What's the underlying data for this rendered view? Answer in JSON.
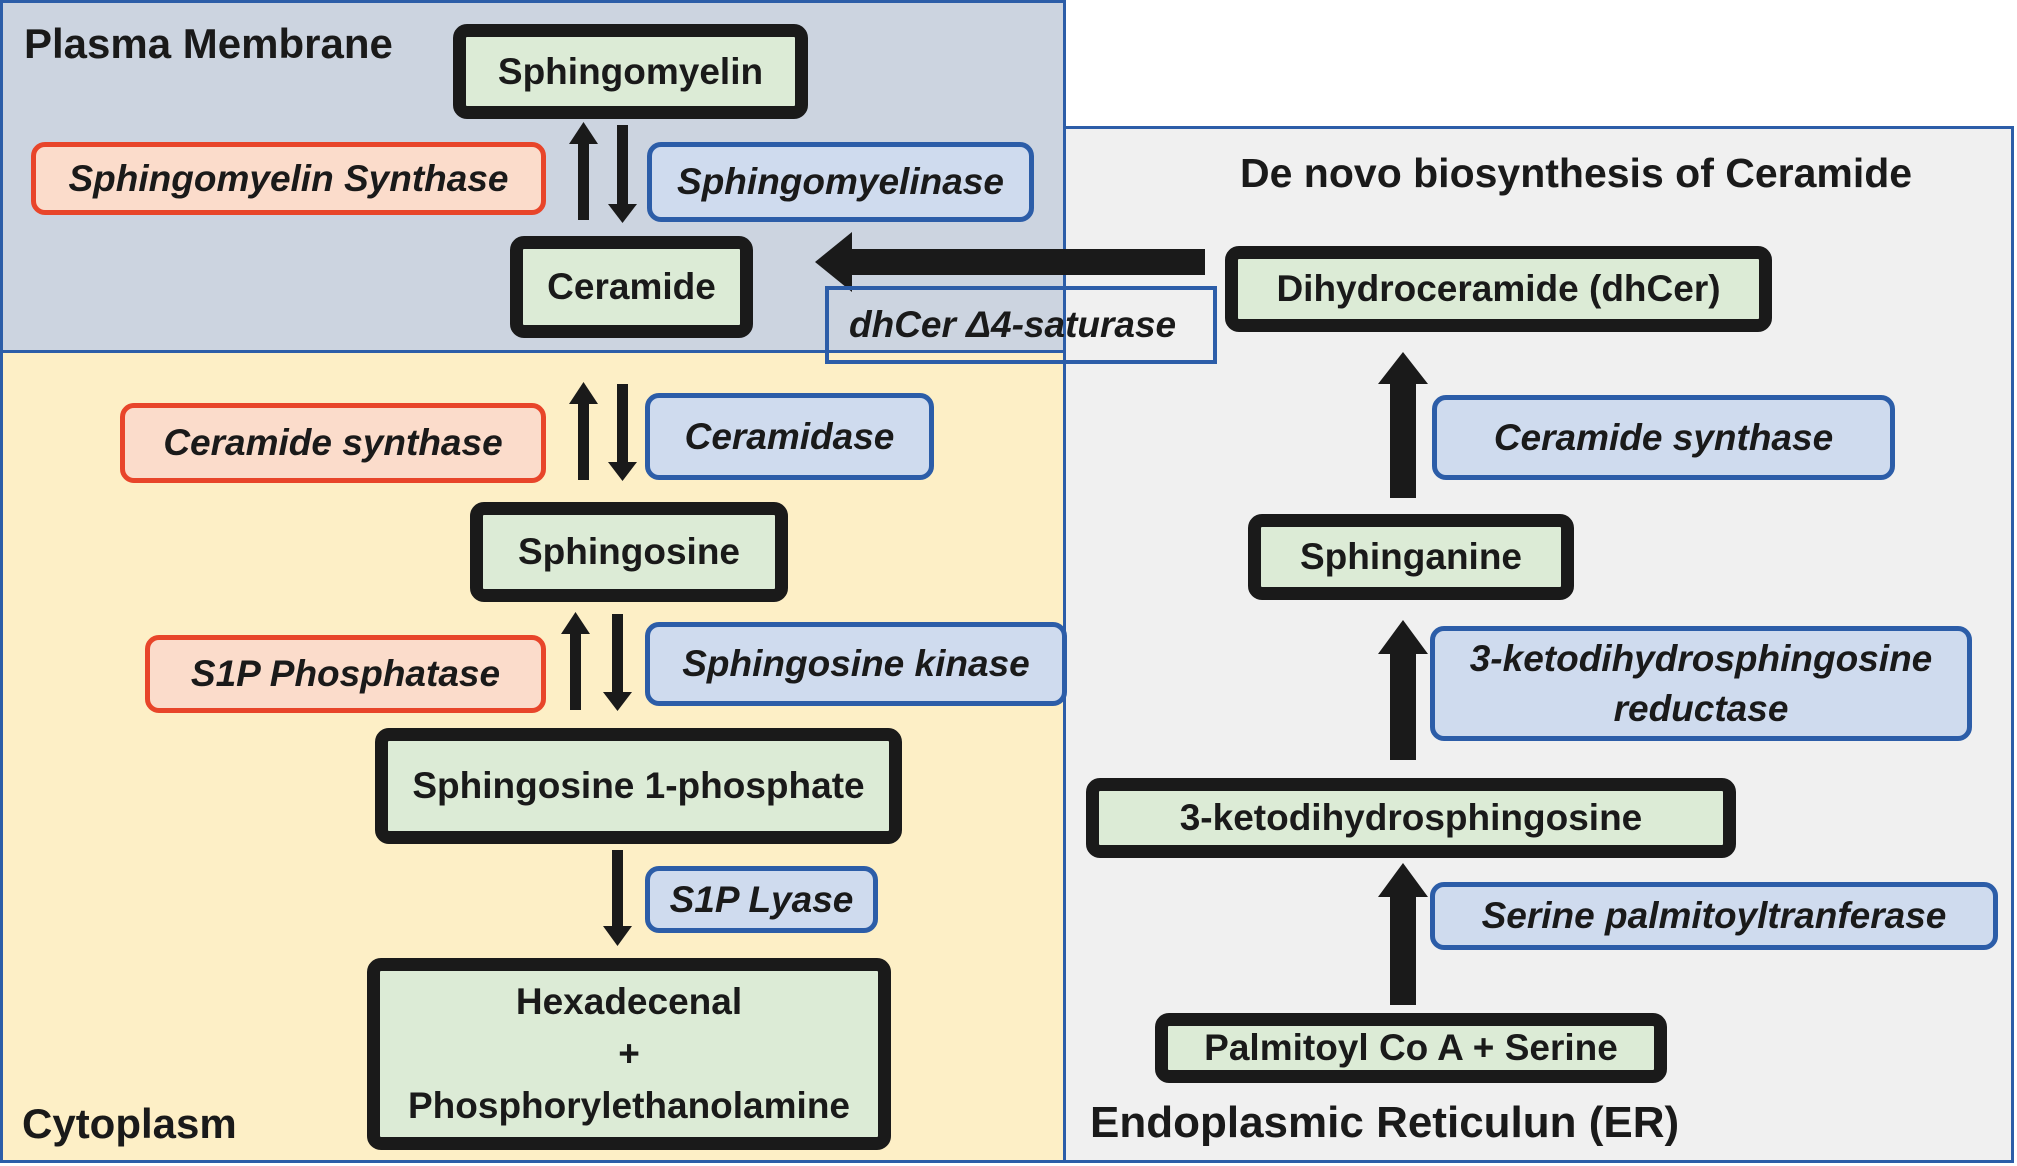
{
  "regions": {
    "plasma_membrane": "Plasma Membrane",
    "cytoplasm": "Cytoplasm",
    "er": "Endoplasmic Reticulun (ER)",
    "er_title": "De novo biosynthesis of Ceramide"
  },
  "metabolites": {
    "sphingomyelin": "Sphingomyelin",
    "ceramide": "Ceramide",
    "sphingosine": "Sphingosine",
    "s1p": "Sphingosine 1-phosphate",
    "products_line1": "Hexadecenal",
    "products_line2": "+",
    "products_line3": "Phosphorylethanolamine",
    "dhcer": "Dihydroceramide (dhCer)",
    "sphinganine": "Sphinganine",
    "ketodihydrosphingosine": "3-ketodihydrosphingosine",
    "palmitoyl_serine": "Palmitoyl Co A + Serine"
  },
  "enzymes": {
    "sphingomyelin_synthase": "Sphingomyelin Synthase",
    "sphingomyelinase": "Sphingomyelinase",
    "dhcer_desaturase": "dhCer  Δ4-saturase",
    "ceramide_synthase_cyto": "Ceramide synthase",
    "ceramidase": "Ceramidase",
    "s1p_phosphatase": "S1P Phosphatase",
    "sphingosine_kinase": "Sphingosine kinase",
    "s1p_lyase": "S1P Lyase",
    "ceramide_synthase_er": "Ceramide synthase",
    "kds_reductase_line1": "3-ketodihydrosphingosine",
    "kds_reductase_line2": "reductase",
    "serine_palmitoyltransferase": "Serine palmitoyltranferase"
  },
  "colors": {
    "plasma_membrane_bg": "#ccd4e0",
    "cytoplasm_bg": "#fdefc6",
    "er_bg": "#f0f0f0",
    "region_border": "#2c5da8",
    "metabolite_fill": "#dcebd6",
    "enzyme_blue_fill": "#cfdbee",
    "enzyme_red_fill": "#fbdccb",
    "arrow": "#1a1a1a"
  }
}
